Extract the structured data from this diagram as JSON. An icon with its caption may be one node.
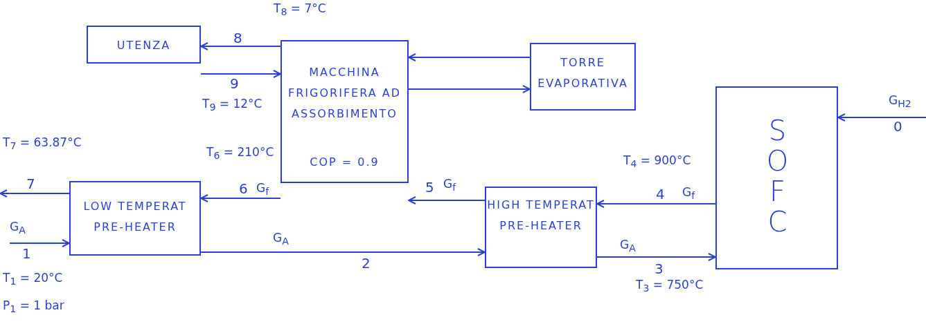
{
  "diagram": {
    "nodes": [
      {
        "text": [
          "UTENZA"
        ]
      },
      {
        "text": [
          "MACCHINA FRIGORIFERA AD ASSORBIMENTO",
          "COP = 0.9"
        ]
      },
      {
        "text": [
          "TORRE EVAPORATIVA"
        ]
      },
      {
        "text": [
          "SOFC"
        ]
      },
      {
        "text": [
          "LOW TEMPERAT PRE-HEATER"
        ]
      },
      {
        "text": [
          "HIGH TEMPERAT PRE-HEATER"
        ]
      }
    ],
    "edges": [
      {
        "from": 1,
        "to": 0,
        "arrow": "to",
        "label": "8"
      },
      {
        "from": 0,
        "to": 1,
        "arrow": "to",
        "label": "9"
      },
      {
        "from": 2,
        "to": 1,
        "arrow": "to"
      },
      {
        "from": 1,
        "to": 2,
        "arrow": "to"
      },
      {
        "from": 3,
        "to": 5,
        "arrow": "to",
        "label": "4"
      },
      {
        "from": 5,
        "to": 1,
        "arrow": "to",
        "label": "5"
      },
      {
        "from": 1,
        "to": 4,
        "arrow": "to",
        "label": "6"
      },
      {
        "from": 4,
        "to": null,
        "arrow": "to",
        "label": "7"
      },
      {
        "from": null,
        "to": 4,
        "arrow": "to",
        "label": "1"
      },
      {
        "from": 4,
        "to": 5,
        "arrow": "to",
        "label": "2"
      },
      {
        "from": 5,
        "to": 3,
        "arrow": "to",
        "label": "3"
      },
      {
        "from": null,
        "to": 3,
        "arrow": "to",
        "label": "0"
      }
    ],
    "labels": [
      "T$_{8}$ = 7°C",
      "T$_{9}$ = 12°C",
      "T$_{7}$ = 63.87°C",
      "T$_{6}$ = 210°C",
      "G$_{f}$",
      "G$_{f}$",
      "T$_{4}$ = 900°C",
      "G$_{f}$",
      "G$_{H2}$",
      "G$_{A}$",
      "G$_{A}$",
      "G$_{A}$",
      "T$_{3}$ = 750°C",
      "T$_{1}$ = 20°C",
      "P$_{1}$ = 1 bar"
    ]
  }
}
